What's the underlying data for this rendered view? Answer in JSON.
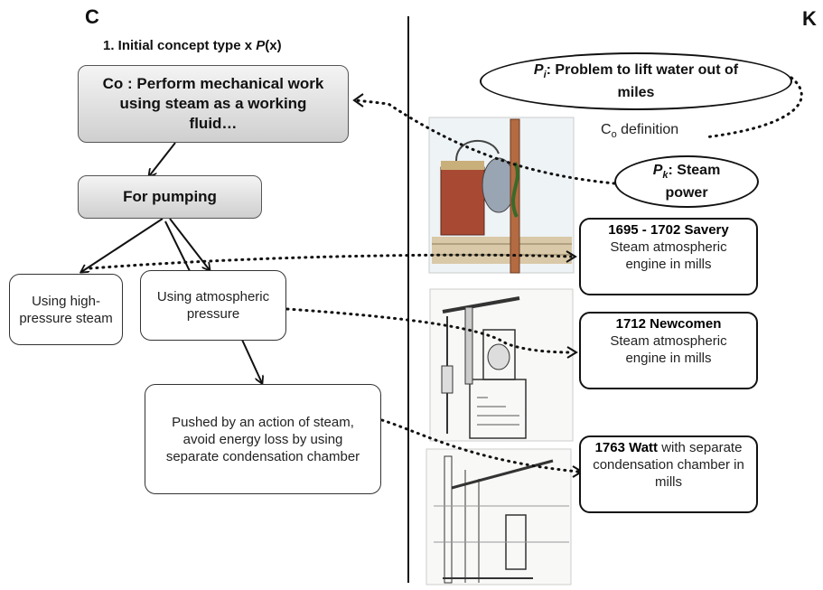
{
  "left_section_label": "C",
  "right_section_label": "K",
  "concept_title": "1. Initial concept type x P(x)",
  "concept_title_parts": {
    "prefix": "1. Initial concept type x ",
    "func": "P",
    "suffix": "(x)"
  },
  "c_nodes": {
    "c0": "Co : Perform mechanical work using steam as a working fluid…",
    "pumping": "For pumping",
    "high_pressure": "Using high-pressure steam",
    "atmospheric": "Using atmospheric pressure",
    "pushed": "Pushed by an action of steam, avoid energy loss by using separate condensation chamber"
  },
  "k_nodes": {
    "pi": {
      "symbol": "P",
      "sub": "i",
      "text": ": Problem to lift water out of miles"
    },
    "pk": {
      "symbol": "P",
      "sub": "k",
      "text": ": Steam power"
    },
    "c0_definition": {
      "symbol": "C",
      "sub": "o",
      "text": " definition"
    },
    "savery": {
      "bold": "1695 - 1702 Savery",
      "rest": "Steam atmospheric engine in mills"
    },
    "newcomen": {
      "bold": "1712 Newcomen",
      "rest": "Steam atmospheric engine in mills"
    },
    "watt": {
      "bold": "1763 Watt",
      "rest": " with separate condensation chamber in mills"
    }
  },
  "colors": {
    "box_gradient_top": "#f4f4f4",
    "box_gradient_bottom": "#cfcfcf",
    "line": "#111111"
  }
}
